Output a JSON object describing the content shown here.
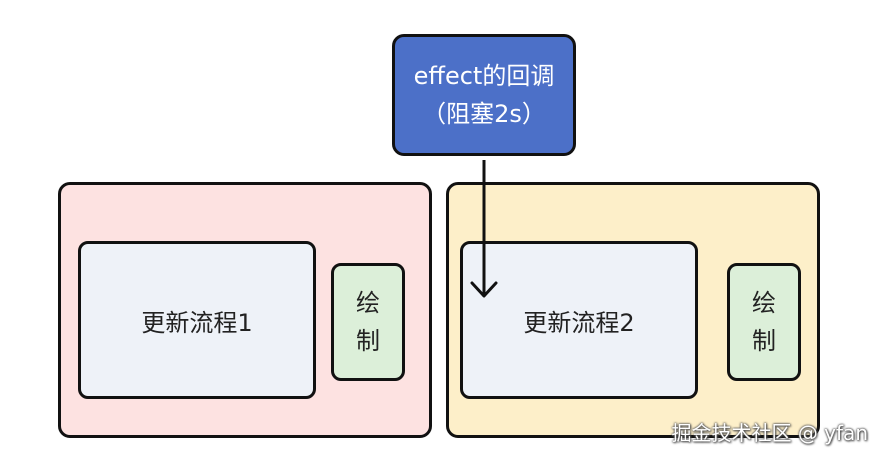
{
  "effect_box": {
    "line1": "effect的回调",
    "line2": "（阻塞2s）"
  },
  "frames": [
    {
      "update_label": "更新流程1",
      "paint_label_1": "绘",
      "paint_label_2": "制"
    },
    {
      "update_label": "更新流程2",
      "paint_label_1": "绘",
      "paint_label_2": "制"
    }
  ],
  "watermark": "掘金技术社区 @ yfan",
  "colors": {
    "effect_fill": "#4c70c8",
    "frame1_fill": "#fde2e1",
    "frame2_fill": "#fdefc9",
    "update_fill": "#eef2f8",
    "paint_fill": "#dcefd9"
  }
}
